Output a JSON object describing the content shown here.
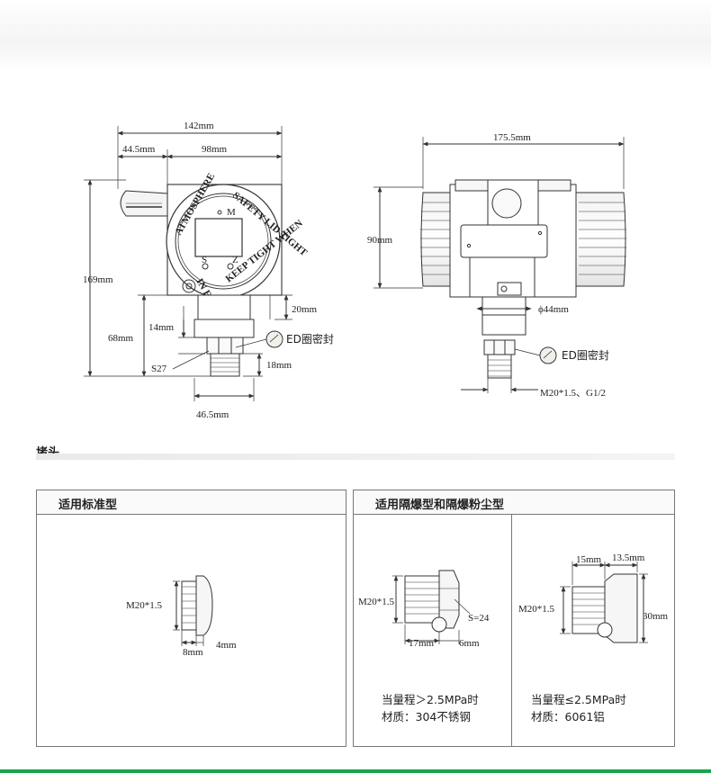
{
  "front_view": {
    "dim_total_width": "142mm",
    "dim_left_offset": "44.5mm",
    "dim_housing_width": "98mm",
    "dim_total_height": "169mm",
    "dim_lower_height": "68mm",
    "dim_neck": "20mm",
    "dim_hex_height": "14mm",
    "dim_thread_height": "18mm",
    "dim_hex_size": "S27",
    "dim_base_width": "46.5mm",
    "seal_label": "ED圈密封",
    "ring_text_left": "ATMOSPHERE",
    "ring_text_right": "SAFETY LID TIGHT",
    "ring_text_bottom": "KEEP TIGHT WHEN",
    "ring_text_extra": "IN EXPLOSIVE",
    "display_mark_m": "M",
    "display_mark_s": "S",
    "display_mark_z": "Z"
  },
  "side_view": {
    "dim_width": "175.5mm",
    "dim_height": "90mm",
    "dim_diameter": "ϕ44mm",
    "seal_label": "ED圈密封",
    "thread_label": "M20*1.5、G1/2"
  },
  "section": {
    "title": "堵头"
  },
  "panel_standard": {
    "title": "适用标准型",
    "thread": "M20*1.5",
    "dim_a": "8mm",
    "dim_b": "4mm"
  },
  "panel_explosion": {
    "title": "适用隔爆型和隔爆粉尘型",
    "left": {
      "thread": "M20*1.5",
      "hex": "S=24",
      "dim_a": "17mm",
      "dim_b": "6mm",
      "note_range": "当量程＞2.5MPa时",
      "note_material": "材质：304不锈钢"
    },
    "right": {
      "thread": "M20*1.5",
      "dim_a": "15mm",
      "dim_b": "13.5mm",
      "dim_c": "30mm",
      "note_range": "当量程≤2.5MPa时",
      "note_material": "材质：6061铝"
    }
  },
  "colors": {
    "line": "#333333",
    "accent_bar": "#19a64a",
    "panel_border": "#777777"
  }
}
